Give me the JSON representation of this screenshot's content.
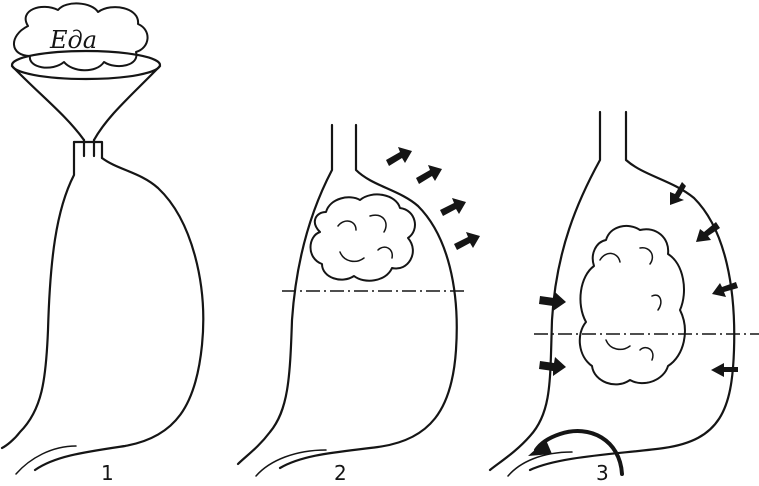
{
  "food_label": "Еда",
  "panels": [
    {
      "number": "1"
    },
    {
      "number": "2"
    },
    {
      "number": "3"
    }
  ]
}
